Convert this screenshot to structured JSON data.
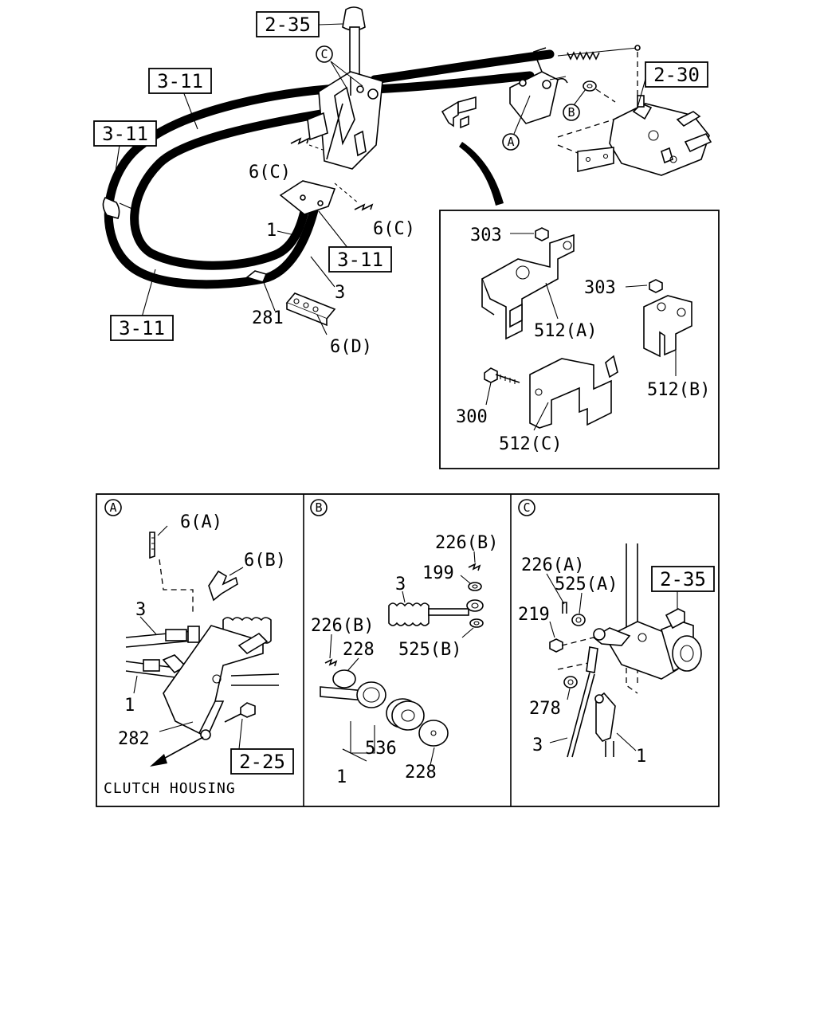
{
  "labels": {
    "ref_2_35_top": "2-35",
    "ref_3_11_a": "3-11",
    "ref_3_11_b": "3-11",
    "ref_3_11_c": "3-11",
    "ref_3_11_d": "3-11",
    "ref_2_30": "2-30",
    "callout_c_top": "C",
    "callout_a_top": "A",
    "callout_b_top": "B",
    "p6c_left": "6(C)",
    "p6c_right": "6(C)",
    "p1_main": "1",
    "p3_main": "3",
    "p281": "281",
    "p6d": "6(D)",
    "p303_a": "303",
    "p303_b": "303",
    "p512a": "512(A)",
    "p512b": "512(B)",
    "p512c": "512(C)",
    "p300": "300"
  },
  "panels": {
    "a": {
      "badge": "A",
      "p6a": "6(A)",
      "p6b": "6(B)",
      "p3": "3",
      "p1": "1",
      "p282": "282",
      "ref_2_25": "2-25",
      "caption": "CLUTCH HOUSING"
    },
    "b": {
      "badge": "B",
      "p226b_top": "226(B)",
      "p199": "199",
      "p3": "3",
      "p226b_left": "226(B)",
      "p228_top": "228",
      "p525b": "525(B)",
      "p536": "536",
      "p228_bottom": "228",
      "p1": "1"
    },
    "c": {
      "badge": "C",
      "p226a": "226(A)",
      "p525a": "525(A)",
      "ref_2_35": "2-35",
      "p219": "219",
      "p278": "278",
      "p3": "3",
      "p1": "1"
    }
  }
}
